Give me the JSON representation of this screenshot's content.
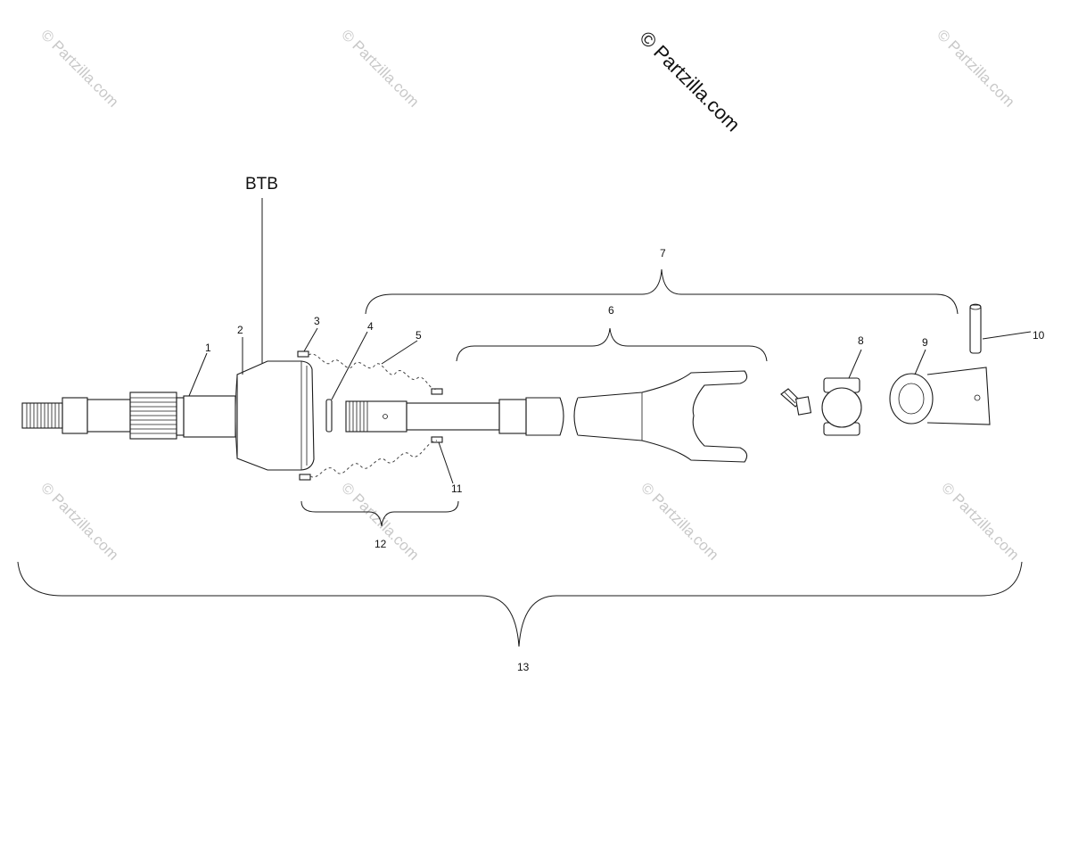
{
  "watermarks": {
    "main": "© Partzilla.com",
    "tile": "© Partzilla.com"
  },
  "btb_label": "BTB",
  "callouts": [
    {
      "id": "1",
      "text": "1"
    },
    {
      "id": "2",
      "text": "2"
    },
    {
      "id": "3",
      "text": "3"
    },
    {
      "id": "4",
      "text": "4"
    },
    {
      "id": "5",
      "text": "5"
    },
    {
      "id": "6",
      "text": "6"
    },
    {
      "id": "7",
      "text": "7"
    },
    {
      "id": "8",
      "text": "8"
    },
    {
      "id": "9",
      "text": "9"
    },
    {
      "id": "10",
      "text": "10"
    },
    {
      "id": "11",
      "text": "11"
    },
    {
      "id": "12",
      "text": "12"
    },
    {
      "id": "13",
      "text": "13"
    }
  ]
}
